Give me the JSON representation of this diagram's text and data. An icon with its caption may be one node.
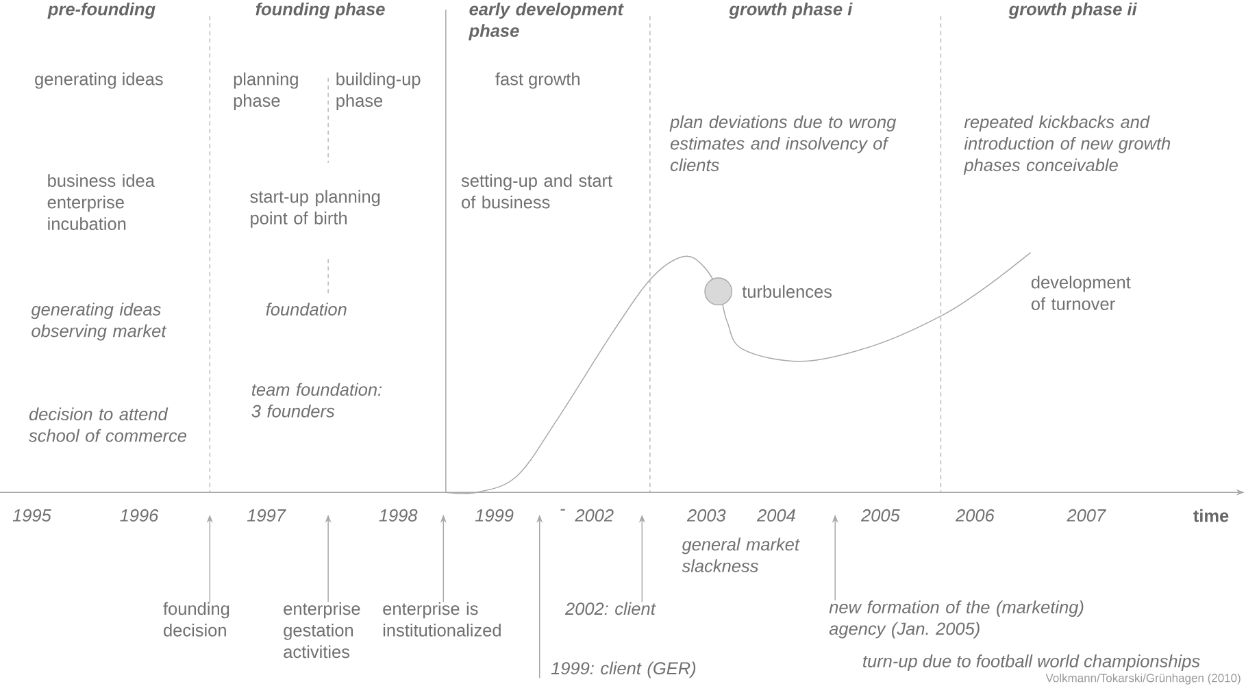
{
  "diagram": {
    "nodes": [
      {
        "text": [
          "founding decision"
        ]
      },
      {
        "text": [
          "enterprise gestation activities"
        ]
      },
      {
        "text": [
          "enterprise is institutionalized"
        ]
      },
      {
        "text": [
          "2002: client"
        ]
      },
      {
        "text": [
          "1999: client (GER)"
        ]
      },
      {
        "text": [
          "new formation of the (marketing) agency (Jan. 2005)"
        ]
      },
      {
        "text": [],
        "shape": "circle",
        "beside": [
          "turbulences"
        ]
      }
    ],
    "edges": [
      {
        "from": 0,
        "to": null,
        "arrow": "to"
      },
      {
        "from": 1,
        "to": null,
        "arrow": "to"
      },
      {
        "from": 2,
        "to": null,
        "arrow": "to"
      },
      {
        "from": 3,
        "to": null,
        "arrow": "to"
      },
      {
        "from": 4,
        "to": null,
        "arrow": "to"
      },
      {
        "from": 5,
        "to": null,
        "arrow": "to"
      }
    ],
    "labels": [
      "pre-founding",
      "founding phase",
      "early development phase",
      "growth phase i",
      "growth phase ii",
      "generating ideas",
      "planning phase",
      "building-up phase",
      "fast growth",
      "plan deviations due to wrong estimates and insolvency of clients",
      "repeated kickbacks and introduction of new growth phases conceivable",
      "business idea enterprise incubation",
      "start-up planning point of birth",
      "setting-up and start of business",
      "development of turnover",
      "generating ideas observing market",
      "foundation",
      "team foundation: 3 founders",
      "decision to attend school of commerce",
      "1995",
      "1996",
      "1997",
      "1998",
      "1999",
      "-",
      "2002",
      "2003",
      "2004",
      "2005",
      "2006",
      "2007",
      "time",
      "general market slackness",
      "turn-up due to football world championships",
      "Volkmann/Tokarski/Grünhagen (2010)"
    ]
  }
}
